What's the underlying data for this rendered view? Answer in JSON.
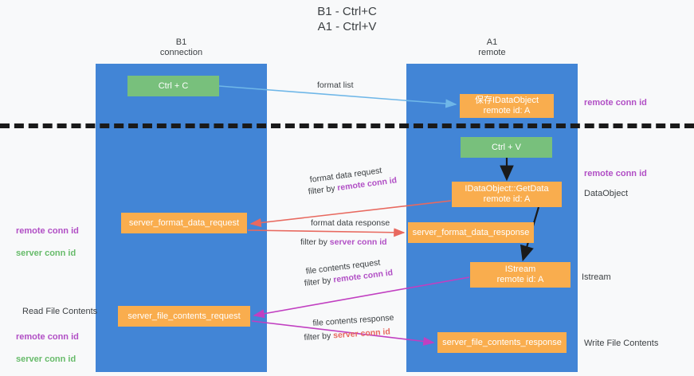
{
  "title": "B1 - Ctrl+C\nA1 - Ctrl+V",
  "columns": [
    {
      "name": "col-b1",
      "heading": "B1\nconnection"
    },
    {
      "name": "col-a1",
      "heading": "A1\nremote"
    }
  ],
  "boxes": {
    "ctrl_c": "Ctrl + C",
    "idataobject": "保存IDataObject\nremote id: A",
    "ctrl_v": "Ctrl + V",
    "getdata": "IDataObject::GetData\nremote id: A",
    "server_format_data_request": "server_format_data_request",
    "server_format_data_response": "server_format_data_response",
    "istream": "IStream\nremote id: A",
    "server_file_contents_request": "server_file_contents_request",
    "server_file_contents_response": "server_file_contents_response"
  },
  "edge_labels": {
    "format_list": "format list",
    "format_data_request": "format data request",
    "format_data_request_filter_prefix": "filter by ",
    "format_data_request_filter_key": "remote conn id",
    "format_data_response": "format data response",
    "format_data_response_filter_prefix": "filter by ",
    "format_data_response_filter_key": "server conn id",
    "file_contents_request": "file contents request",
    "file_contents_request_filter_prefix": "filter by ",
    "file_contents_request_filter_key": "remote conn id",
    "file_contents_response": "file contents response",
    "file_contents_response_filter_prefix": "filter by ",
    "file_contents_response_filter_key": "server conn id"
  },
  "annotations": {
    "right_remote_conn_id_top": "remote conn id",
    "right_remote_conn_id_mid": "remote conn id",
    "right_dataobject": "DataObject",
    "right_istream": "Istream",
    "right_write_file_contents": "Write File Contents",
    "left_remote_conn_id_mid": "remote conn id",
    "left_server_conn_id_mid": "server conn id",
    "left_read_file_contents": "Read File Contents",
    "left_remote_conn_id_bot": "remote conn id",
    "left_server_conn_id_bot": "server conn id"
  },
  "colors": {
    "column_blue": "#4285d6",
    "box_green": "#78c07c",
    "box_orange": "#f9ad4e",
    "remote_conn_id_purple": "#b14fc5",
    "server_conn_id_green": "#67bb6a",
    "server_conn_id_salmon": "#e8695f",
    "arrow_light_blue": "#6fb7e8",
    "arrow_red": "#e8695f",
    "arrow_magenta": "#c13fc1",
    "arrow_black": "#1a1a1a",
    "page_background": "#f8f9fa"
  }
}
